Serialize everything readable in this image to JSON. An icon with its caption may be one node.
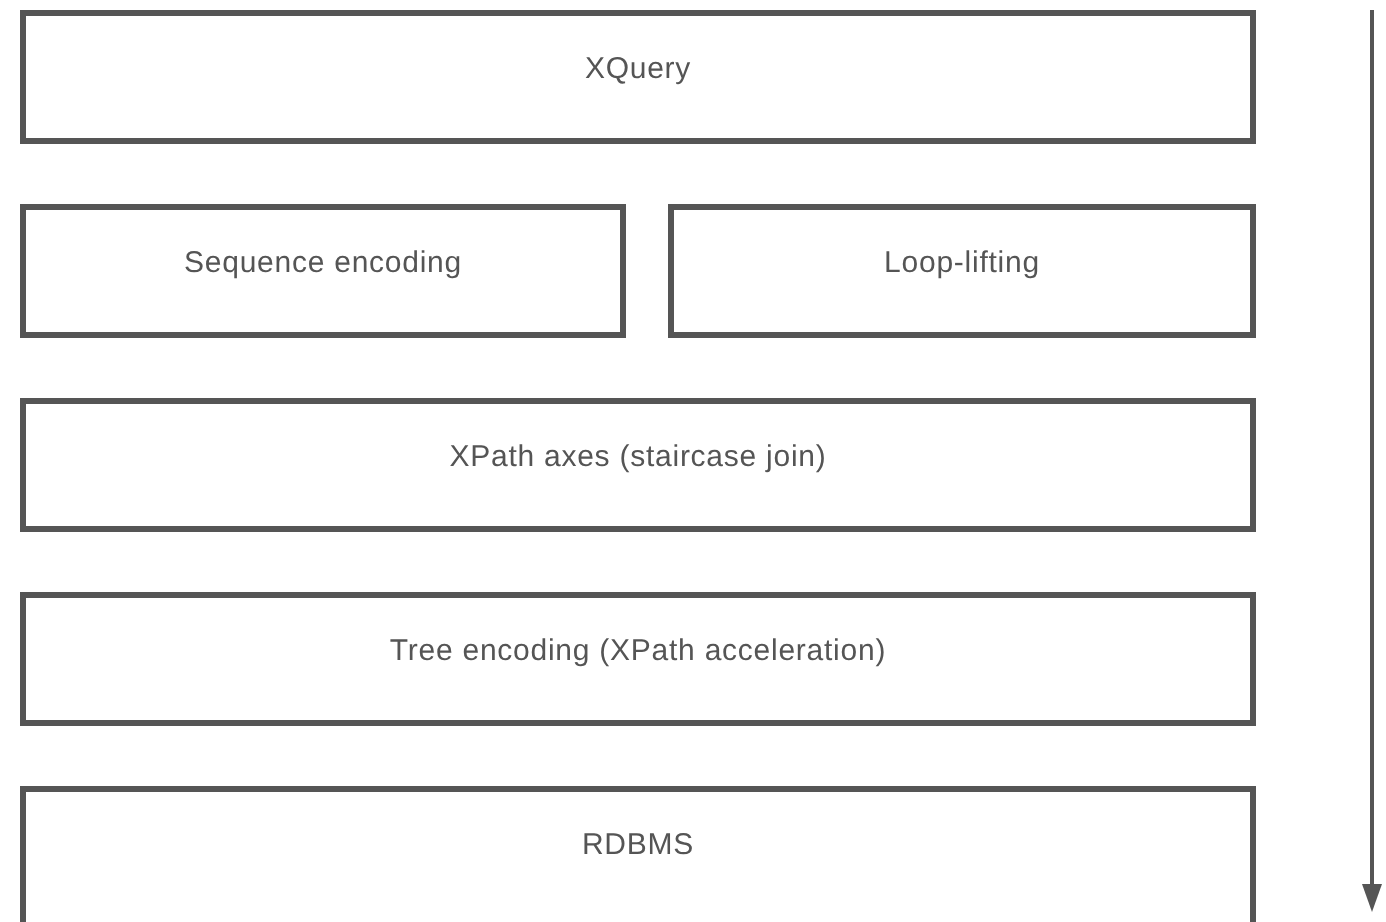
{
  "diagram": {
    "nodes": [
      {
        "text": [
          "XQuery"
        ]
      },
      {
        "text": [
          "Sequence encoding"
        ]
      },
      {
        "text": [
          "Loop-lifting"
        ]
      },
      {
        "text": [
          "XPath axes (staircase join)"
        ]
      },
      {
        "text": [
          "Tree encoding (XPath acceleration)"
        ]
      },
      {
        "text": [
          "RDBMS"
        ]
      }
    ]
  }
}
